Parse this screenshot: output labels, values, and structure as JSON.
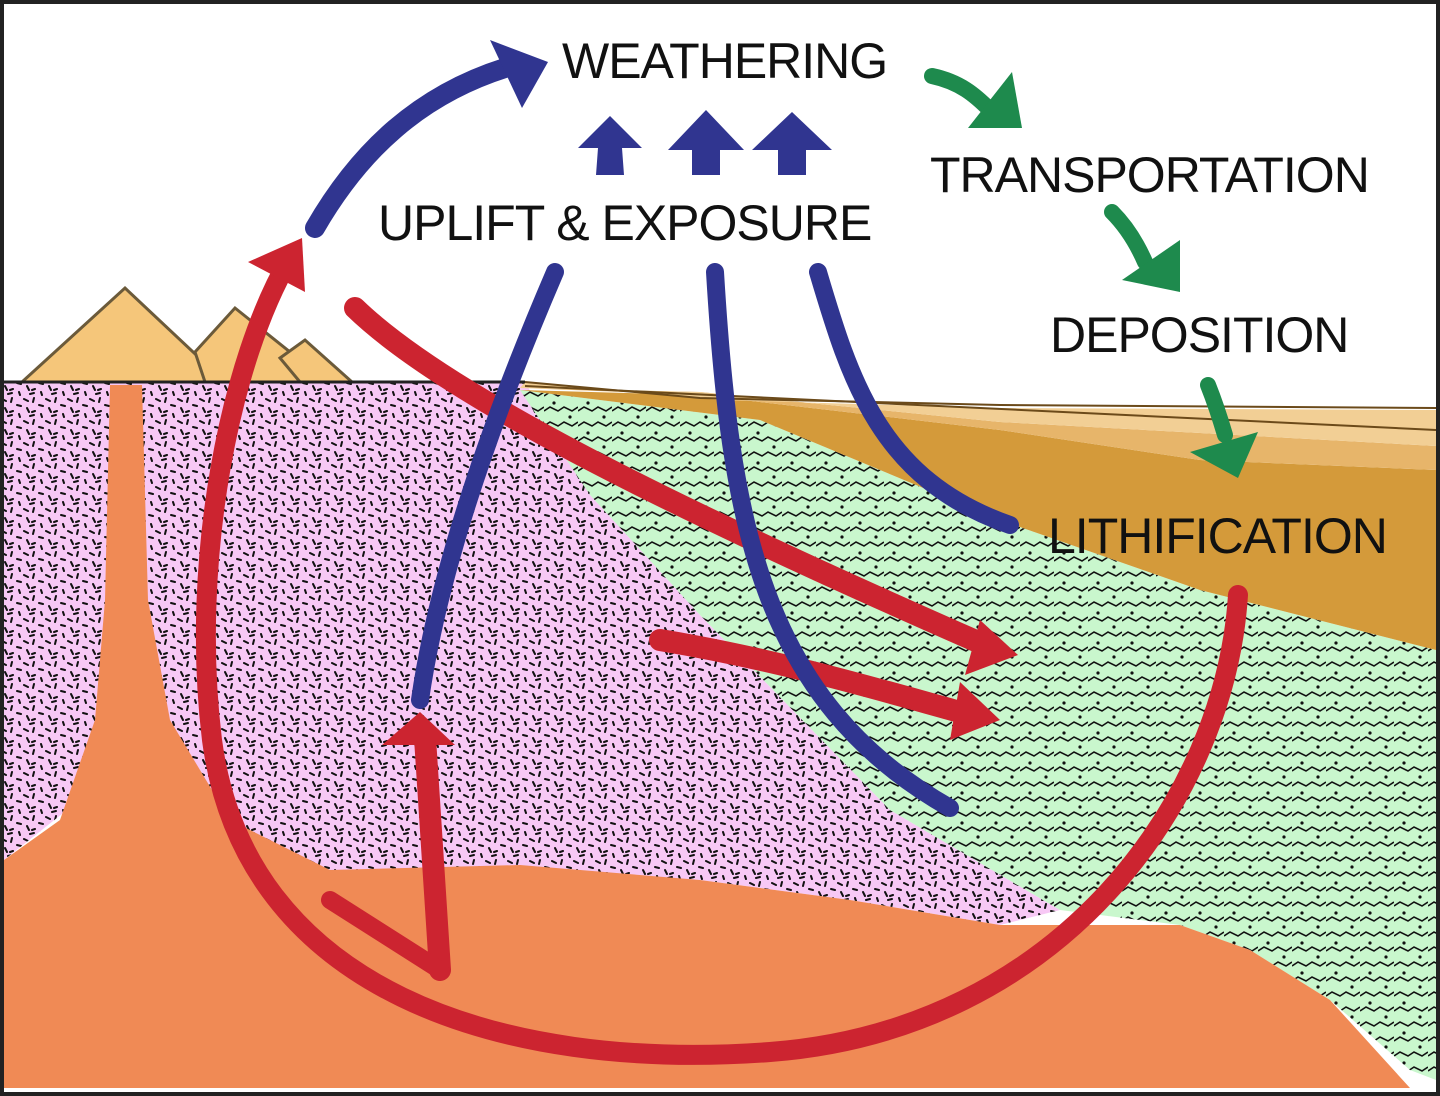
{
  "diagram": {
    "labels": {
      "weathering": "WEATHERING",
      "transportation": "TRANSPORTATION",
      "deposition": "DEPOSITION",
      "lithification": "LITHIFICATION",
      "uplift": "UPLIFT & EXPOSURE"
    },
    "colors": {
      "igneous_crust": "#f7c8f5",
      "sedimentary_rock": "#c9f7cd",
      "sediment_layer": "#d49a3a",
      "sediment_layer_light": "#e7b56a",
      "sediment_band": "#f2cf95",
      "magma": "#f08a55",
      "mountains": "#f5c67a",
      "uplift_arrows": "#303590",
      "melting_arrows": "#cc2430",
      "surface_process_arrows": "#1e8a4d"
    }
  }
}
